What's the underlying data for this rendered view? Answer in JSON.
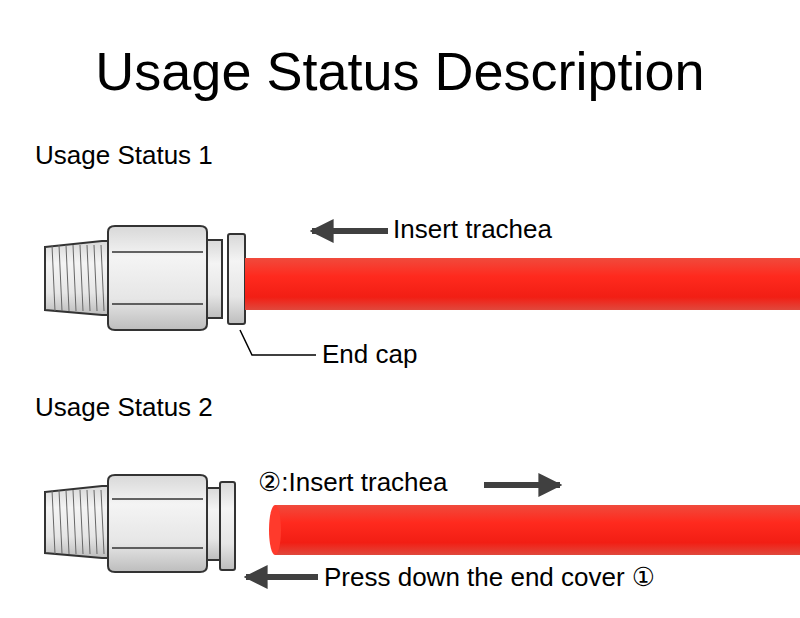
{
  "diagram": {
    "title": "Usage Status Description",
    "labels": [
      "Usage Status 1",
      "Insert trachea",
      "End cap",
      "Usage Status 2",
      "②:Insert trachea",
      "Press down the end cover ①"
    ]
  }
}
